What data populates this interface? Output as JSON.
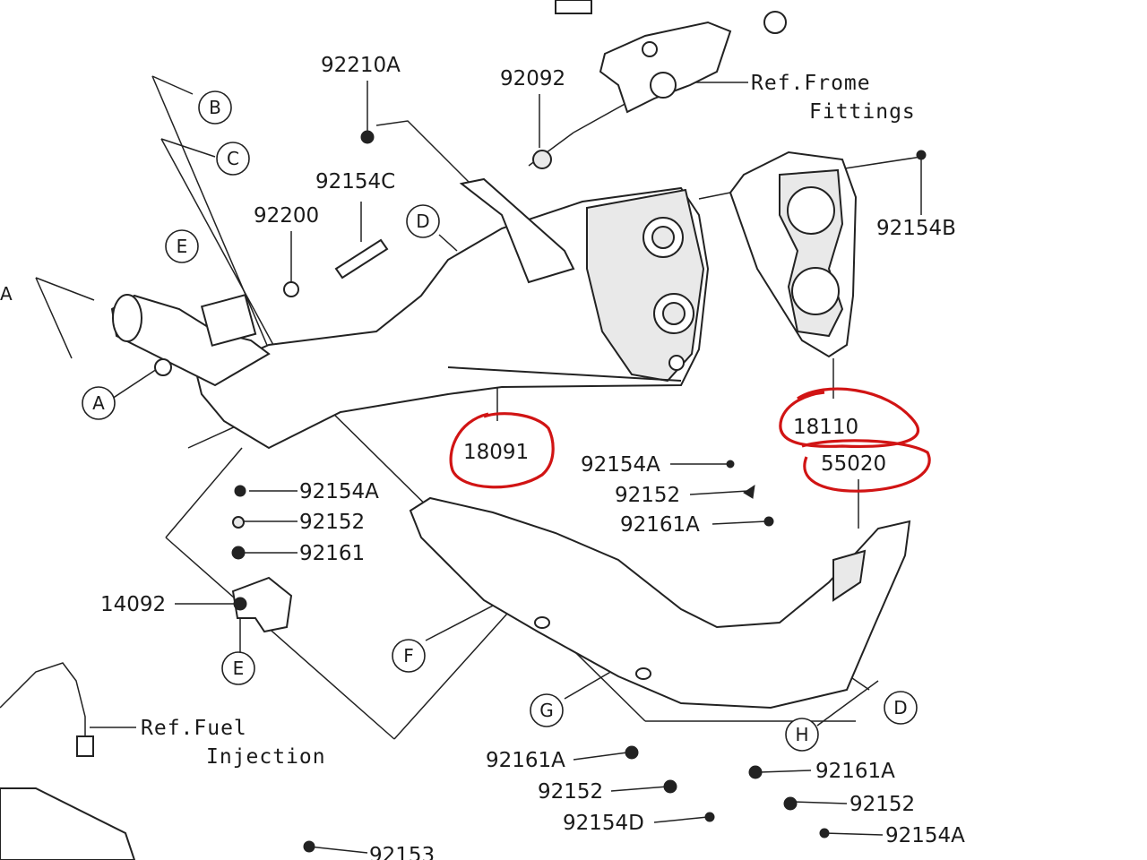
{
  "diagram": {
    "part_numbers": {
      "p92210A": "92210A",
      "p92092": "92092",
      "p92154C": "92154C",
      "p92200": "92200",
      "p92154B": "92154B",
      "p18091": "18091",
      "p18110": "18110",
      "p55020": "55020",
      "p92154A_top": "92154A",
      "p92152_top": "92152",
      "p92161A_top": "92161A",
      "p92154A_left": "92154A",
      "p92152_left": "92152",
      "p92161_left": "92161",
      "p14092": "14092",
      "p92161A_bl": "92161A",
      "p92152_bl": "92152",
      "p92154D": "92154D",
      "p92161A_br": "92161A",
      "p92152_br": "92152",
      "p92154A_br": "92154A",
      "p92153": "92153"
    },
    "references": {
      "frame_line1": "Ref.Frome",
      "frame_line2": "Fittings",
      "fuel_line1": "Ref.Fuel",
      "fuel_line2": "Injection"
    },
    "callouts": {
      "A_edge": "A",
      "A": "A",
      "B": "B",
      "C": "C",
      "D_top": "D",
      "D_right": "D",
      "E_top": "E",
      "E_bottom": "E",
      "F": "F",
      "G": "G",
      "H": "H"
    },
    "highlight_color": "#d11414",
    "highlighted_parts": [
      "18091",
      "18110",
      "55020"
    ]
  }
}
